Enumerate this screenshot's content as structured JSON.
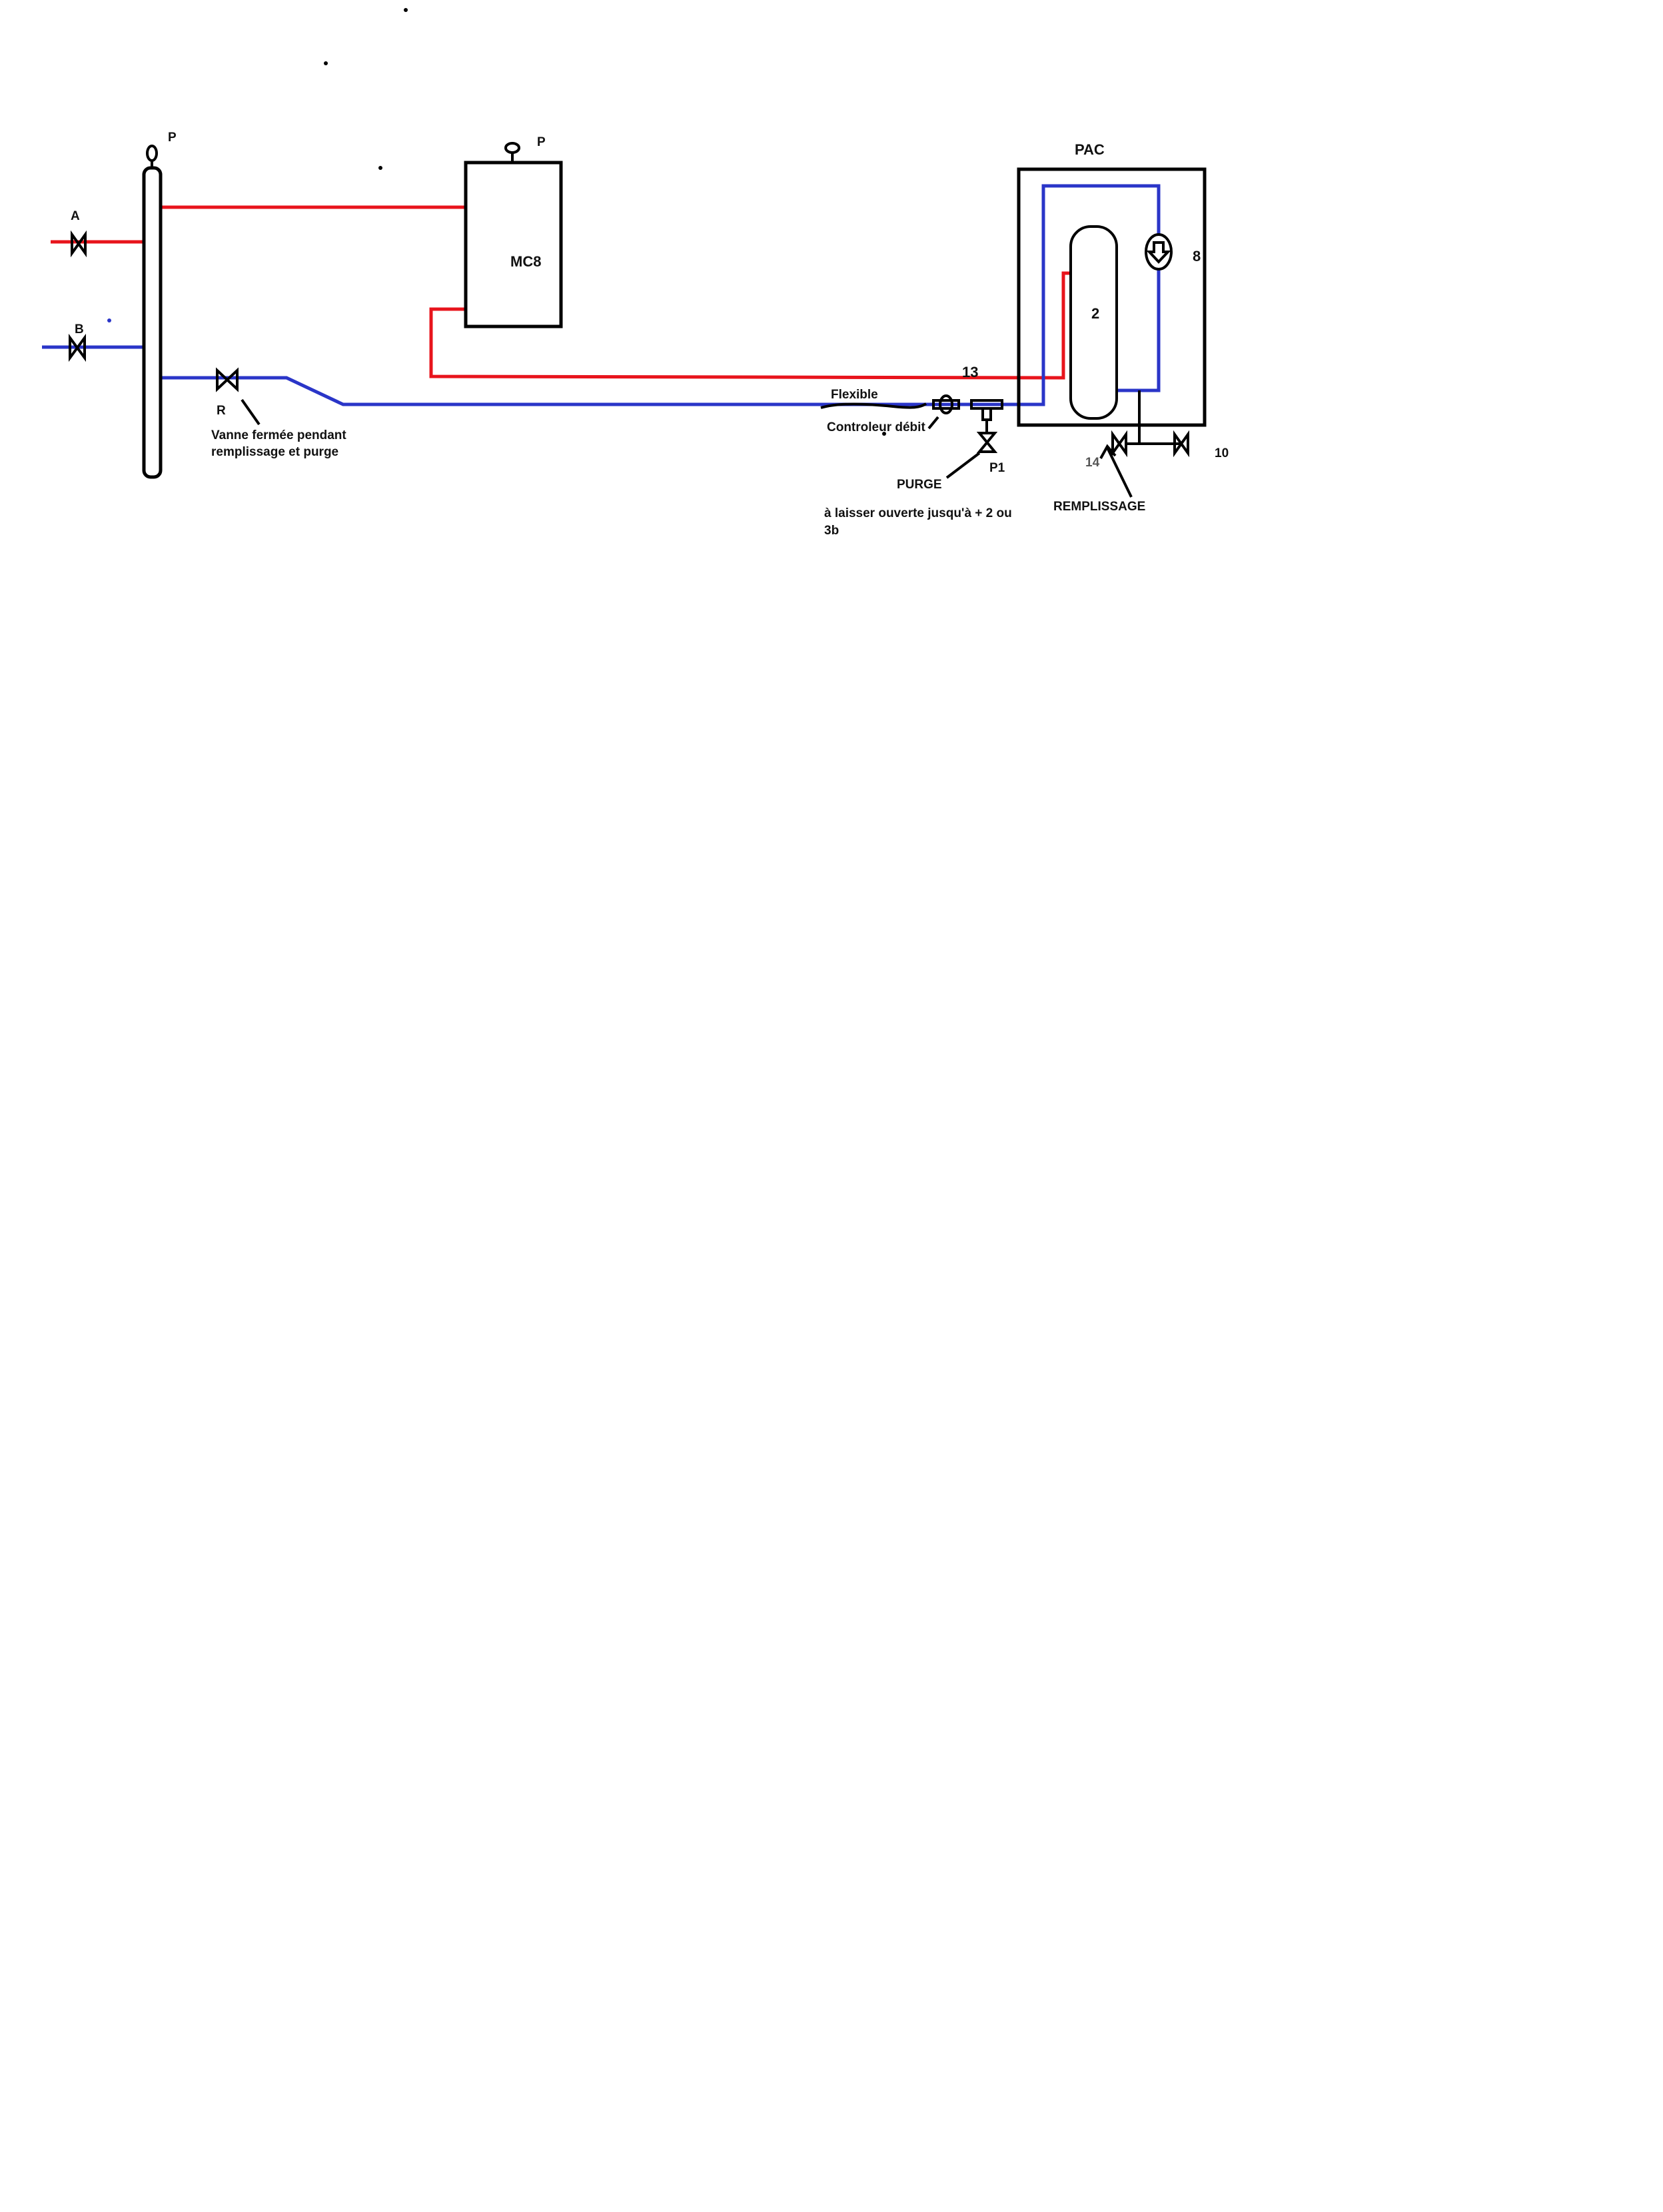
{
  "labels": {
    "gauge_column": "P",
    "gauge_mc8": "P",
    "valve_a": "A",
    "valve_b": "B",
    "valve_r": "R",
    "boiler": "MC8",
    "heat_pump": "PAC",
    "tank": "2",
    "pump": "8",
    "pipe_number": "13",
    "flexible": "Flexible",
    "flow_controller": "Controleur débit",
    "purge_valve": "P1",
    "purge": "PURGE",
    "fill_number": "14",
    "fill_valve_number": "10",
    "fill": "REMPLISSAGE"
  },
  "notes": {
    "valve_r_line1": "Vanne fermée pendant",
    "valve_r_line2": "remplissage et purge",
    "purge_line1": "à laisser ouverte jusqu'à + 2 ou",
    "purge_line2": "3b"
  },
  "colors": {
    "hot": "#e8141c",
    "cold": "#2a35c8",
    "outline": "#000000"
  }
}
